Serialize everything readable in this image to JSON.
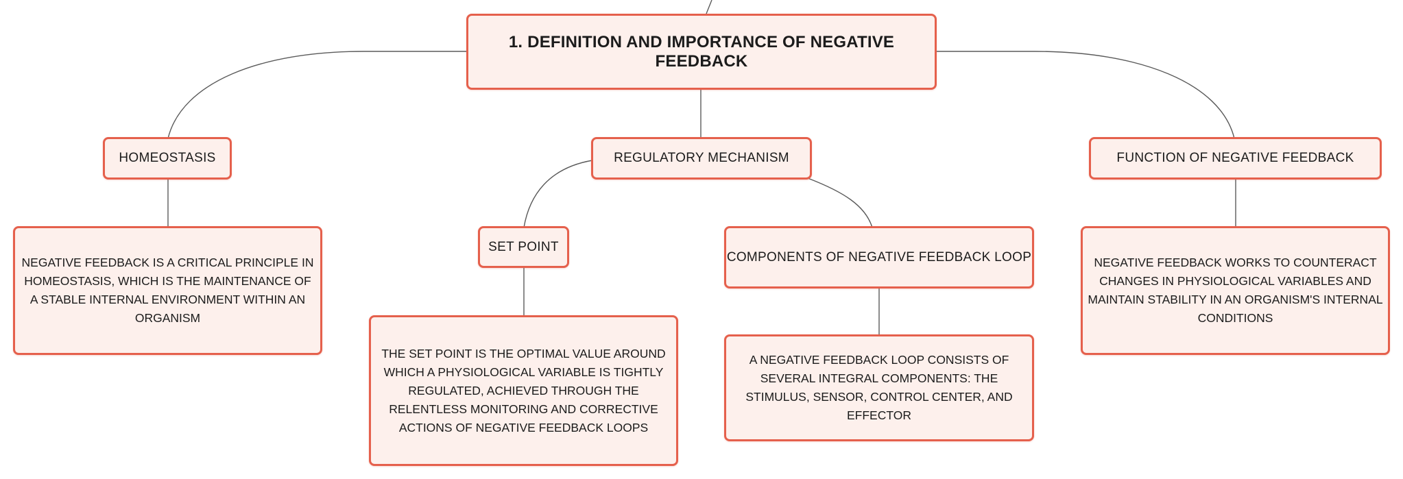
{
  "root": {
    "label": "1. DEFINITION AND IMPORTANCE OF NEGATIVE FEEDBACK"
  },
  "topics": {
    "homeostasis": "HOMEOSTASIS",
    "regulatory_mechanism": "REGULATORY MECHANISM",
    "function": "FUNCTION OF NEGATIVE FEEDBACK",
    "set_point": "SET POINT",
    "components": "COMPONENTS OF NEGATIVE FEEDBACK LOOP"
  },
  "details": {
    "homeostasis": "NEGATIVE FEEDBACK IS A CRITICAL PRINCIPLE IN HOMEOSTASIS, WHICH IS THE MAINTENANCE OF A STABLE INTERNAL ENVIRONMENT WITHIN AN ORGANISM",
    "set_point": "THE SET POINT IS THE OPTIMAL VALUE AROUND WHICH A PHYSIOLOGICAL VARIABLE IS TIGHTLY REGULATED, ACHIEVED THROUGH THE RELENTLESS MONITORING AND CORRECTIVE ACTIONS OF NEGATIVE FEEDBACK LOOPS",
    "components": "A NEGATIVE FEEDBACK LOOP CONSISTS OF SEVERAL INTEGRAL COMPONENTS: THE STIMULUS, SENSOR, CONTROL CENTER, AND EFFECTOR",
    "function": "NEGATIVE FEEDBACK WORKS TO COUNTERACT CHANGES IN PHYSIOLOGICAL VARIABLES AND MAINTAIN STABILITY IN AN ORGANISM'S INTERNAL CONDITIONS"
  },
  "colors": {
    "node_fill": "#fdf0ec",
    "node_border": "#e5604c",
    "connector": "#5a5a5a",
    "text": "#1b1b1b"
  }
}
